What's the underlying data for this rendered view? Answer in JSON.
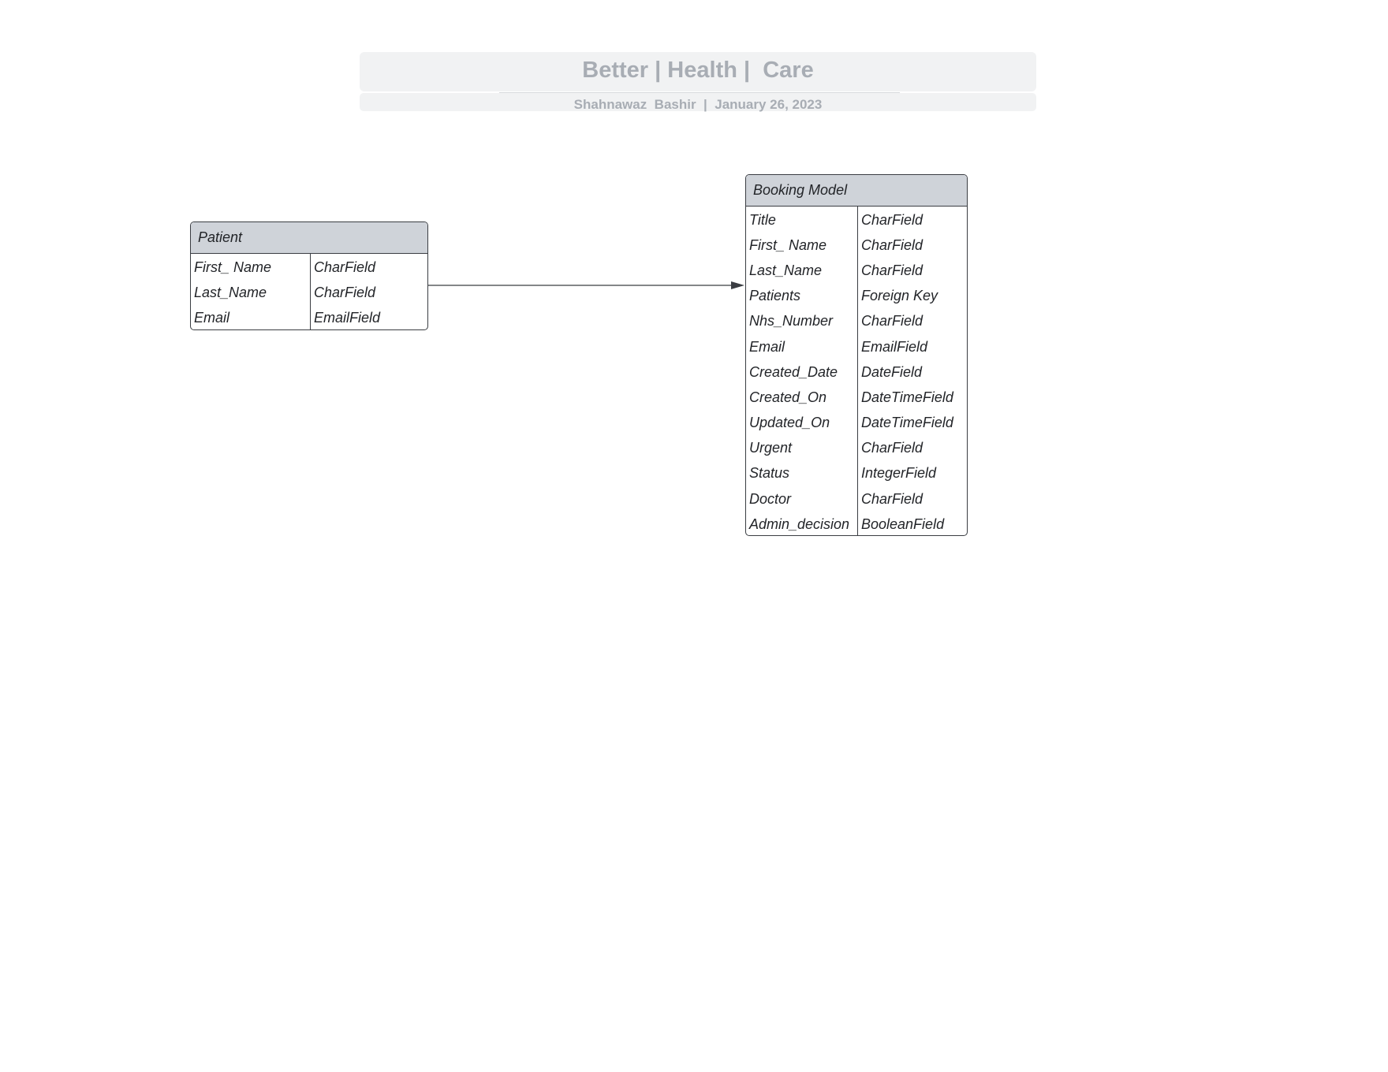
{
  "header": {
    "title": "Better | Health |  Care",
    "subtitle": "Shahnawaz  Bashir  |  January 26, 2023"
  },
  "entities": {
    "patient": {
      "name": "Patient",
      "fields": [
        {
          "name": "First_ Name",
          "type": "CharField"
        },
        {
          "name": "Last_Name",
          "type": "CharField"
        },
        {
          "name": "Email",
          "type": "EmailField"
        }
      ]
    },
    "booking": {
      "name": "Booking Model",
      "fields": [
        {
          "name": "Title",
          "type": "CharField"
        },
        {
          "name": "First_ Name",
          "type": "CharField"
        },
        {
          "name": "Last_Name",
          "type": "CharField"
        },
        {
          "name": "Patients",
          "type": "Foreign Key"
        },
        {
          "name": "Nhs_Number",
          "type": "CharField"
        },
        {
          "name": "Email",
          "type": "EmailField"
        },
        {
          "name": "Created_Date",
          "type": "DateField"
        },
        {
          "name": "Created_On",
          "type": "DateTimeField"
        },
        {
          "name": "Updated_On",
          "type": "DateTimeField"
        },
        {
          "name": "Urgent",
          "type": "CharField"
        },
        {
          "name": "Status",
          "type": "IntegerField"
        },
        {
          "name": "Doctor",
          "type": "CharField"
        },
        {
          "name": "Admin_decision",
          "type": "BooleanField"
        }
      ]
    }
  },
  "colors": {
    "header_fill": "#cfd3d9",
    "border": "#3a3d42",
    "title_text": "#a8adb4",
    "title_bg": "#f1f2f3"
  }
}
